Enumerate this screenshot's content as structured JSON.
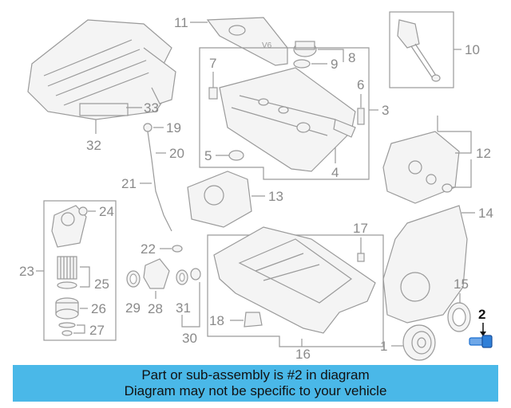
{
  "callouts": {
    "c1": "1",
    "c2": "2",
    "c3": "3",
    "c4": "4",
    "c5": "5",
    "c6": "6",
    "c7": "7",
    "c8": "8",
    "c9": "9",
    "c10": "10",
    "c11": "11",
    "c12": "12",
    "c13": "13",
    "c14": "14",
    "c15": "15",
    "c16": "16",
    "c17": "17",
    "c18": "18",
    "c19": "19",
    "c20": "20",
    "c21": "21",
    "c22": "22",
    "c23": "23",
    "c24": "24",
    "c25": "25",
    "c26": "26",
    "c27": "27",
    "c28": "28",
    "c29": "29",
    "c30": "30",
    "c31": "31",
    "c32": "32",
    "c33": "33"
  },
  "cover_text": "V6",
  "highlighted_part": "2",
  "colors": {
    "banner": "#4ab8e8",
    "highlight": "#1a6fd0",
    "outline": "#9a9a9a"
  },
  "banner": {
    "line1": "Part or sub-assembly is #2 in diagram",
    "line2": "Diagram may not be specific to your vehicle"
  }
}
